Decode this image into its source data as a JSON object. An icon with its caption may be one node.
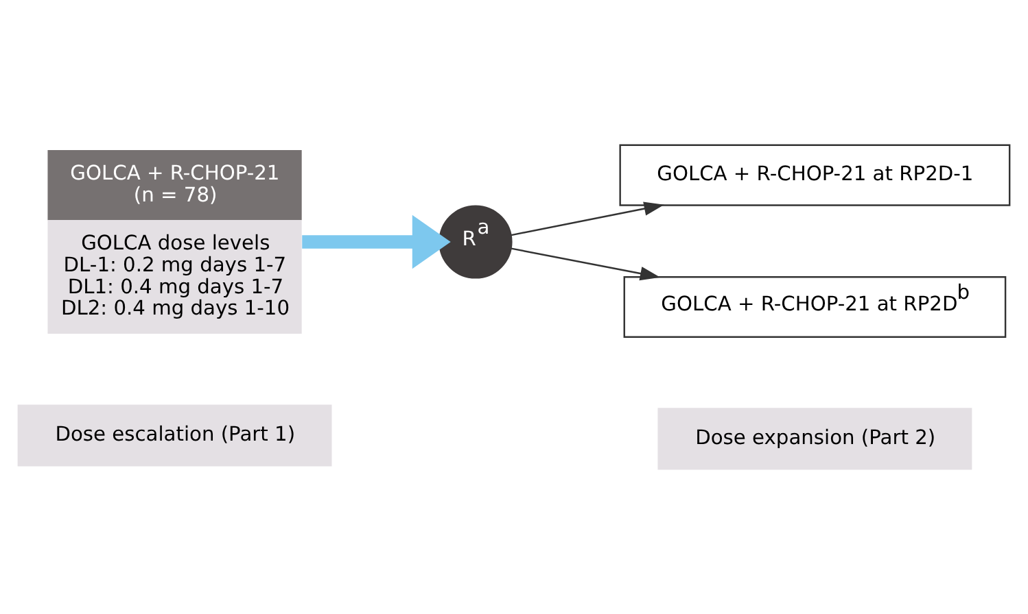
{
  "diagram": {
    "nodes": [
      {
        "text": [
          "Dose escalation (Part 1)"
        ]
      },
      {
        "text": [
          "Dose expansion (Part 2)"
        ]
      },
      {
        "text": [
          "GOLCA + R-CHOP-21 (n = 78)",
          "GOLCA dose levels DL-1: 0.2 mg days 1-7 DL1: 0.4 mg days 1-7 DL2: 0.4 mg days 1-10"
        ]
      },
      {
        "text": [
          "R$^{a}$"
        ]
      },
      {
        "text": [
          "GOLCA + R-CHOP-21 at RP2D-1"
        ]
      },
      {
        "text": [
          "GOLCA + R-CHOP-21 at RP2D$^{b}$"
        ]
      }
    ],
    "edges": [
      {
        "from": 2,
        "to": 3,
        "arrow": "to",
        "style": "thick",
        "color": "#7dc8ee"
      },
      {
        "from": 3,
        "to": 4,
        "arrow": "to"
      },
      {
        "from": 3,
        "to": 5,
        "arrow": "to"
      }
    ]
  }
}
